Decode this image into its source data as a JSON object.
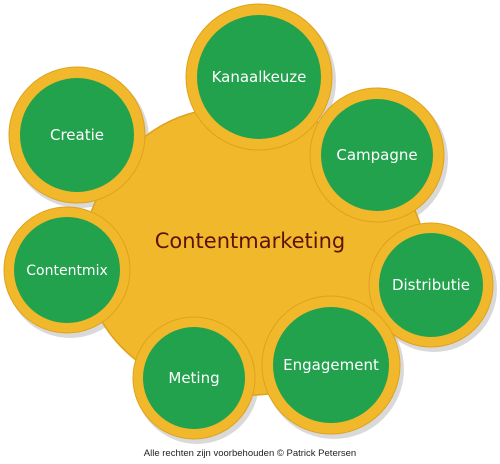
{
  "diagram": {
    "center_label": "Contentmarketing",
    "nodes": [
      {
        "id": "kanaalkeuze",
        "label": "Kanaalkeuze"
      },
      {
        "id": "campagne",
        "label": "Campagne"
      },
      {
        "id": "distributie",
        "label": "Distributie"
      },
      {
        "id": "engagement",
        "label": "Engagement"
      },
      {
        "id": "meting",
        "label": "Meting"
      },
      {
        "id": "contentmix",
        "label": "Contentmix"
      },
      {
        "id": "creatie",
        "label": "Creatie"
      }
    ],
    "colors": {
      "ring": "#f2b82c",
      "ring_edge": "#dda21c",
      "circle": "#22a24d",
      "center_text": "#5c1208",
      "node_text": "#ffffff",
      "shadow": "#b9b9b9"
    }
  },
  "footer": {
    "copyright": "Alle rechten zijn voorbehouden © Patrick Petersen"
  }
}
